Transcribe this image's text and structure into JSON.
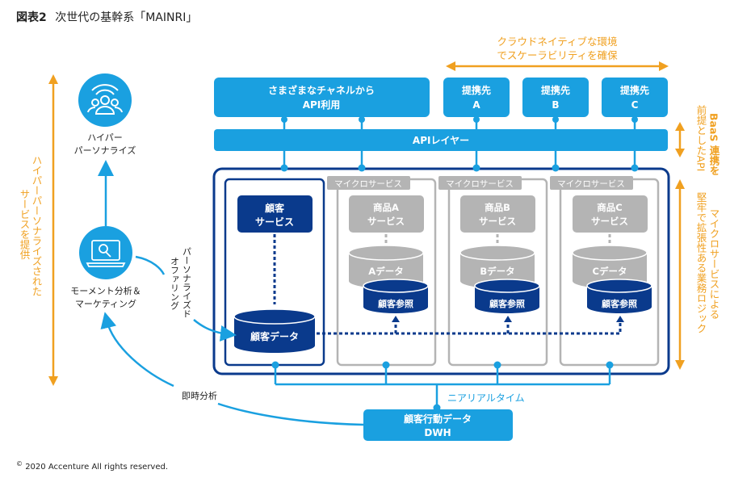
{
  "title": {
    "prefix": "図表2",
    "text": "次世代の基幹系「MAINRI」"
  },
  "top_annotation": {
    "line1": "クラウドネイティブな環境",
    "line2": "でスケーラビリティを確保"
  },
  "channels_box": {
    "line1": "さまざまなチャネルから",
    "line2": "API利用"
  },
  "partners": [
    {
      "line1": "提携先",
      "line2": "A"
    },
    {
      "line1": "提携先",
      "line2": "B"
    },
    {
      "line1": "提携先",
      "line2": "C"
    }
  ],
  "api_layer": "APIレイヤー",
  "right_annotations": {
    "baas": {
      "col1": "BaaS 連携を",
      "col2": "前提としたAPI"
    },
    "microservice": {
      "col1": "マイクロサービスによる",
      "col2": "堅牢で拡張性ある業務ロジック"
    }
  },
  "left_annotation": {
    "col1": "ハイパーパーソナライズされた",
    "col2": "サービスを提供"
  },
  "hyper_personalize": {
    "icon": "people-wifi-icon",
    "line1": "ハイパー",
    "line2": "パーソナライズ"
  },
  "moment_analysis": {
    "icon": "laptop-analytics-icon",
    "line1": "モーメント分析＆",
    "line2": "マーケティング"
  },
  "personalized_offering": {
    "col1": "パーソナライズド",
    "col2": "オファリング"
  },
  "customer_service": {
    "service_line1": "顧客",
    "service_line2": "サービス",
    "data": "顧客データ"
  },
  "microservices": [
    {
      "tag": "マイクロサービス",
      "service_line1": "商品A",
      "service_line2": "サービス",
      "data": "Aデータ",
      "ref": "顧客参照"
    },
    {
      "tag": "マイクロサービス",
      "service_line1": "商品B",
      "service_line2": "サービス",
      "data": "Bデータ",
      "ref": "顧客参照"
    },
    {
      "tag": "マイクロサービス",
      "service_line1": "商品C",
      "service_line2": "サービス",
      "data": "Cデータ",
      "ref": "顧客参照"
    }
  ],
  "near_realtime": "ニアリアルタイム",
  "instant_analysis": "即時分析",
  "dwh": {
    "line1": "顧客行動データ",
    "line2": "DWH"
  },
  "copyright": {
    "symbol": "©",
    "text": "2020 Accenture All rights reserved."
  },
  "colors": {
    "light_blue": "#1aa0e0",
    "navy": "#0a3a8c",
    "gray": "#b4b4b4",
    "orange": "#f0a020"
  }
}
